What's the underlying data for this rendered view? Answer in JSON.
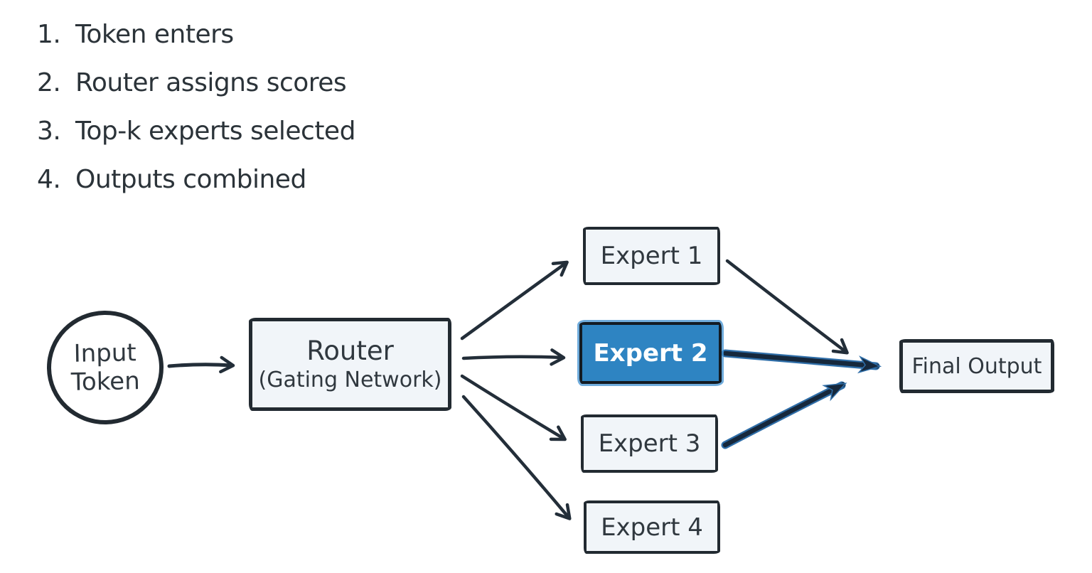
{
  "steps": {
    "items": [
      {
        "num": "1.",
        "text": "Token enters"
      },
      {
        "num": "2.",
        "text": "Router assigns scores"
      },
      {
        "num": "3.",
        "text": "Top-k experts selected"
      },
      {
        "num": "4.",
        "text": "Outputs combined"
      }
    ]
  },
  "nodes": {
    "input": {
      "line1": "Input",
      "line2": "Token"
    },
    "router": {
      "line1": "Router",
      "line2": "(Gating Network)"
    },
    "experts": [
      {
        "label": "Expert 1",
        "selected": false
      },
      {
        "label": "Expert 2",
        "selected": true
      },
      {
        "label": "Expert 3",
        "selected": false
      },
      {
        "label": "Expert 4",
        "selected": false
      }
    ],
    "final": {
      "label": "Final Output"
    }
  },
  "edges": [
    {
      "from": "input-token",
      "to": "router",
      "style": "thin"
    },
    {
      "from": "router",
      "to": "expert-1",
      "style": "thin"
    },
    {
      "from": "router",
      "to": "expert-2",
      "style": "thin"
    },
    {
      "from": "router",
      "to": "expert-3",
      "style": "thin"
    },
    {
      "from": "router",
      "to": "expert-4",
      "style": "thin"
    },
    {
      "from": "expert-1",
      "to": "final-output",
      "style": "thin"
    },
    {
      "from": "expert-2",
      "to": "final-output",
      "style": "thick"
    },
    {
      "from": "expert-3",
      "to": "final-output",
      "style": "thick"
    }
  ],
  "colors": {
    "ink": "#232e39",
    "selected_expert_fill": "#2e84c2",
    "selected_expert_glow": "#4090d0",
    "thick_arrow": "#16283c",
    "thick_arrow_fringe": "#2f6ea8",
    "node_fill": "#f1f5f9",
    "background": "#ffffff"
  }
}
